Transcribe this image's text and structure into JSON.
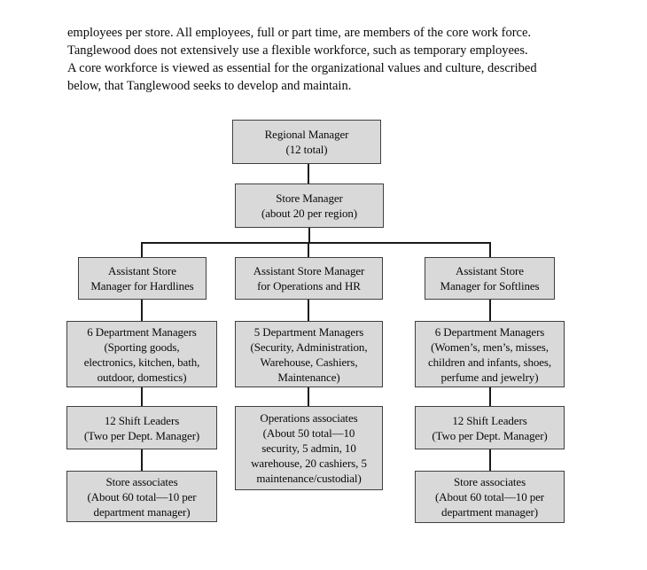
{
  "page": {
    "background": "#ffffff",
    "text_color": "#0a0a0a"
  },
  "paragraph": {
    "text": "employees per store. All employees, full or part time, are members of the core work force.\nTanglewood does not extensively use a flexible workforce, such as temporary employees.\nA core workforce is viewed as essential for the organizational values and culture, described\nbelow, that Tanglewood seeks to develop and maintain."
  },
  "org_chart": {
    "box_fill": "#d9d9d9",
    "box_border": "#404040",
    "line_color": "#1a1a1a",
    "nodes": {
      "regional_manager": {
        "text": "Regional Manager\n(12 total)"
      },
      "store_manager": {
        "text": "Store Manager\n(about 20 per region)"
      },
      "asm_hardlines": {
        "text": "Assistant Store\nManager for Hardlines"
      },
      "asm_operations_hr": {
        "text": "Assistant Store Manager\nfor Operations and HR"
      },
      "asm_softlines": {
        "text": "Assistant Store\nManager for Softlines"
      },
      "dept_managers_hardlines": {
        "text": "6 Department Managers\n(Sporting goods,\nelectronics, kitchen, bath,\noutdoor, domestics)"
      },
      "dept_managers_operations": {
        "text": "5 Department Managers\n(Security, Administration,\nWarehouse, Cashiers,\nMaintenance)"
      },
      "dept_managers_softlines": {
        "text": "6 Department Managers\n(Women’s, men’s, misses,\nchildren and infants, shoes,\nperfume and jewelry)"
      },
      "shift_leaders_hardlines": {
        "text": "12 Shift Leaders\n(Two per Dept. Manager)"
      },
      "operations_associates": {
        "text": "Operations associates\n(About 50 total—10\nsecurity, 5 admin, 10\nwarehouse, 20 cashiers, 5\nmaintenance/custodial)"
      },
      "shift_leaders_softlines": {
        "text": "12 Shift Leaders\n(Two per Dept. Manager)"
      },
      "store_associates_hardlines": {
        "text": "Store associates\n(About 60 total—10 per\ndepartment manager)"
      },
      "store_associates_softlines": {
        "text": "Store associates\n(About 60 total—10 per\ndepartment manager)"
      }
    },
    "edges": [
      {
        "from": "regional_manager",
        "to": "store_manager"
      },
      {
        "from": "store_manager",
        "to": "asm_hardlines"
      },
      {
        "from": "store_manager",
        "to": "asm_operations_hr"
      },
      {
        "from": "store_manager",
        "to": "asm_softlines"
      },
      {
        "from": "asm_hardlines",
        "to": "dept_managers_hardlines"
      },
      {
        "from": "asm_operations_hr",
        "to": "dept_managers_operations"
      },
      {
        "from": "asm_softlines",
        "to": "dept_managers_softlines"
      },
      {
        "from": "dept_managers_hardlines",
        "to": "shift_leaders_hardlines"
      },
      {
        "from": "dept_managers_operations",
        "to": "operations_associates"
      },
      {
        "from": "dept_managers_softlines",
        "to": "shift_leaders_softlines"
      },
      {
        "from": "shift_leaders_hardlines",
        "to": "store_associates_hardlines"
      },
      {
        "from": "shift_leaders_softlines",
        "to": "store_associates_softlines"
      }
    ]
  }
}
